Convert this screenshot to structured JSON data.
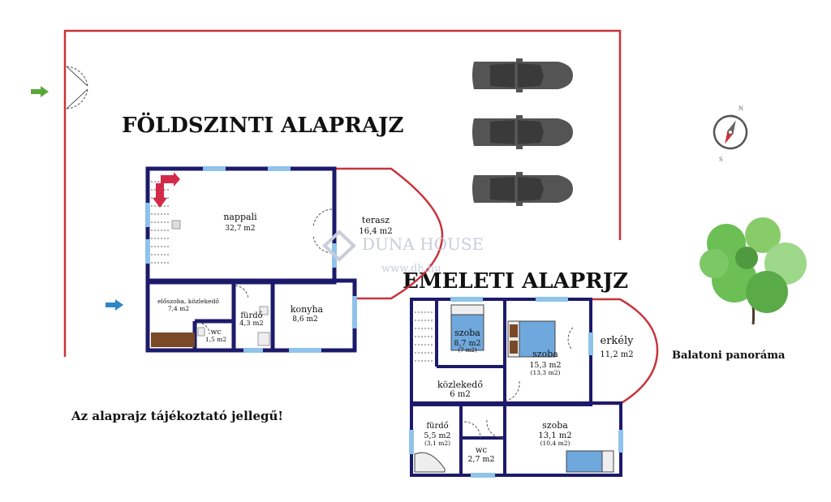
{
  "headings": {
    "ground_floor": "FÖLDSZINTI ALAPRAJZ",
    "upper_floor": "EMELETI ALAPRJZ"
  },
  "ground_rooms": {
    "nappali": {
      "name": "nappali",
      "area": "32,7 m2"
    },
    "terasz": {
      "name": "terasz",
      "area": "16,4 m2"
    },
    "eloszoba": {
      "name": "előszoba, közlekedő",
      "area": "7,4 m2"
    },
    "furdo": {
      "name": "fürdő",
      "area": "4,3 m2"
    },
    "konyha": {
      "name": "konyha",
      "area": "8,6 m2"
    },
    "wc": {
      "name": "wc",
      "area": "1,5 m2"
    }
  },
  "upper_rooms": {
    "szoba1": {
      "name": "szoba",
      "area": "8,7 m2",
      "sub": "(7 m2)"
    },
    "szoba2": {
      "name": "szoba",
      "area": "15,3 m2",
      "sub": "(13,3 m2)"
    },
    "erkely": {
      "name": "erkély",
      "area": "11,2 m2"
    },
    "kozlekedo": {
      "name": "közlekedő",
      "area": "6 m2"
    },
    "furdo": {
      "name": "fürdő",
      "area": "5,5 m2",
      "sub": "(3,1 m2)"
    },
    "wc": {
      "name": "wc",
      "area": "2,7 m2"
    },
    "szoba3": {
      "name": "szoba",
      "area": "13,1 m2",
      "sub": "(10,4 m2)"
    }
  },
  "notes": {
    "disclaimer": "Az alaprajz tájékoztató jellegű!",
    "panorama": "Balatoni panoráma"
  },
  "watermark": {
    "brand": "DUNA HOUSE",
    "url": "www.dh.hu"
  },
  "compass_letters": {
    "north": "N",
    "south": "S"
  },
  "colors": {
    "wall": "#1c1a6b",
    "plot_line": "#c8333b",
    "window": "#8fc3ea",
    "stair_arrow": "#d42a4a",
    "entry_arrow_green": "#5aa83a",
    "entry_arrow_blue": "#2f86c6",
    "car": "#545454",
    "tree": "#6cbf55",
    "bed": "#6fa8dc",
    "furniture_brown": "#7a4a26"
  }
}
